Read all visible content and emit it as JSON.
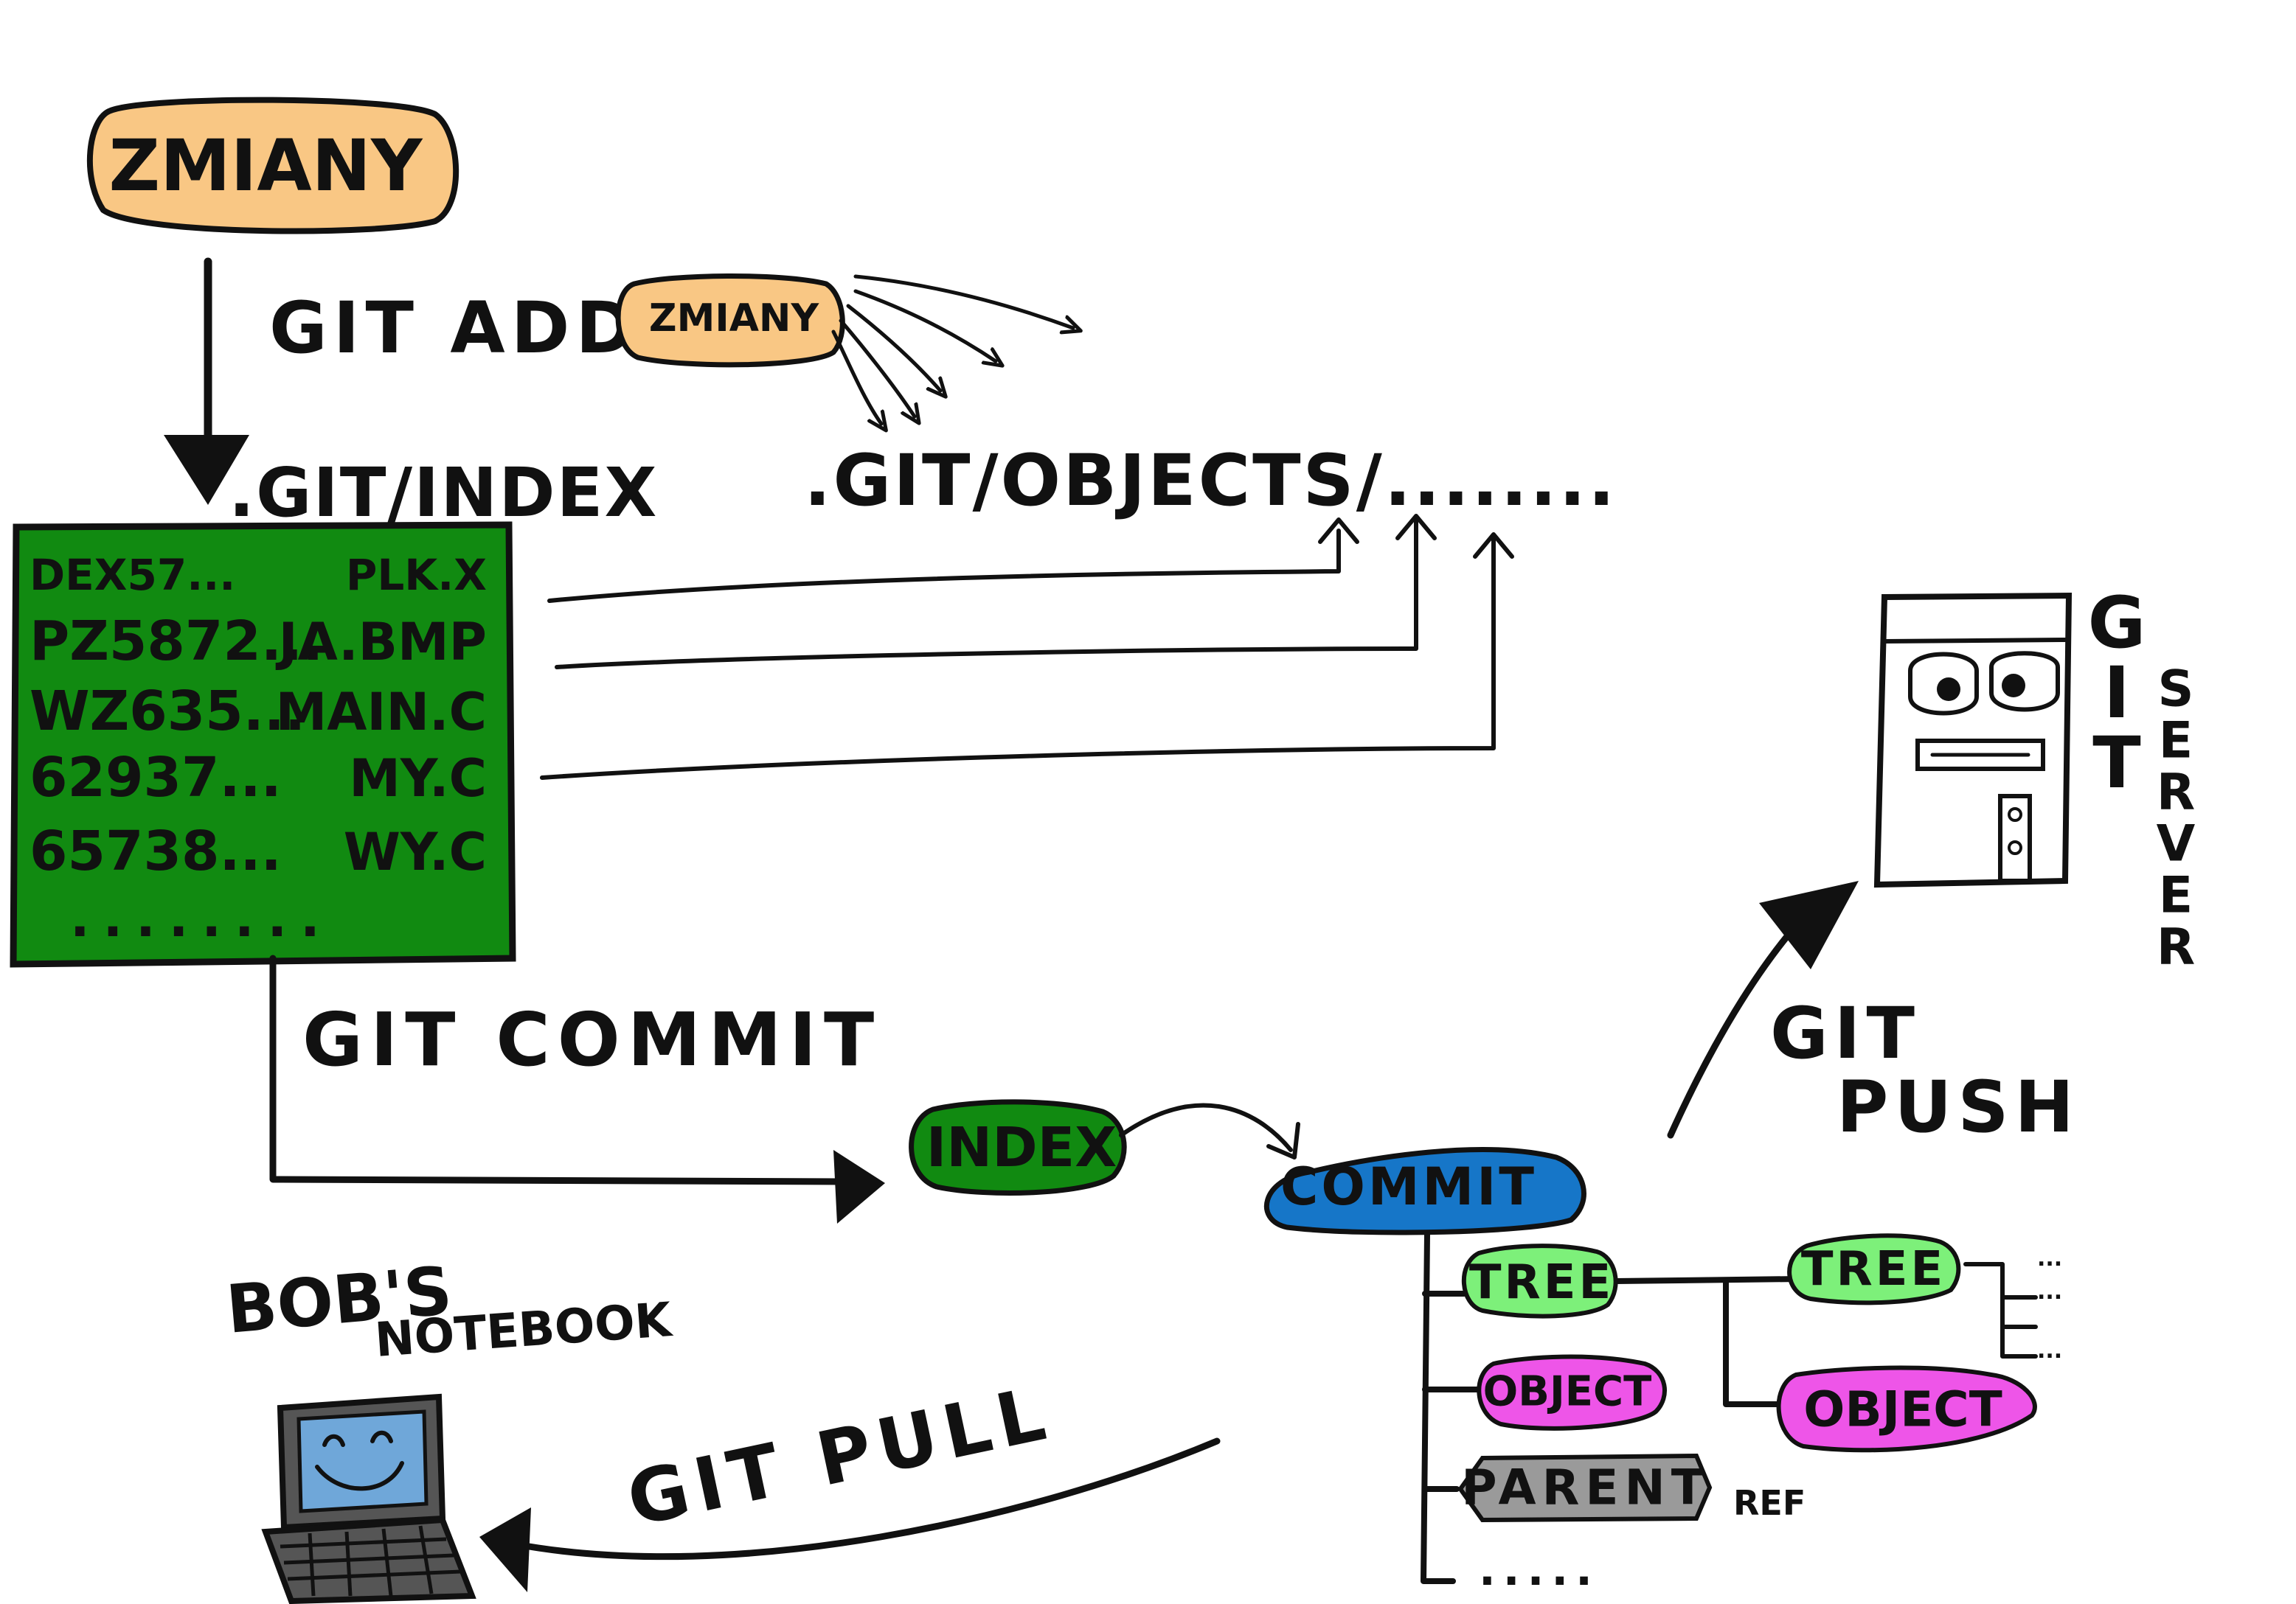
{
  "colors": {
    "ink": "#111111",
    "orange": "#f9c784",
    "green_index": "#118a11",
    "blue_commit": "#1676c8",
    "light_green": "#7df07a",
    "magenta": "#ee55e8",
    "gray": "#9a9a9a",
    "screen": "#6fa7d9"
  },
  "changes_label": "ZMIANY",
  "git_add": {
    "command": "GIT ADD",
    "bubble": "ZMIANY"
  },
  "index_path": ".GIT/INDEX",
  "objects_path": ".GIT/OBJECTS/........",
  "index_table": {
    "rows": [
      {
        "hash": "DEX57...",
        "file": "PLK.X"
      },
      {
        "hash": "PZ5872...",
        "file": "JA.BMP"
      },
      {
        "hash": "WZ635...",
        "file": "MAIN.C"
      },
      {
        "hash": "62937...",
        "file": "MY.C"
      },
      {
        "hash": "65738...",
        "file": "WY.C"
      }
    ],
    "ellipsis": "........"
  },
  "git_commit": "GIT COMMIT",
  "index_node": "INDEX",
  "commit_node": "COMMIT",
  "tree_children": {
    "tree1": "TREE",
    "tree2": "TREE",
    "object1": "OBJECT",
    "object2": "OBJECT",
    "parent": "PARENT",
    "ref": "REF",
    "more": ".....",
    "subtree_dots": [
      "...",
      "...",
      "..."
    ]
  },
  "git_push": {
    "line1": "GIT",
    "line2": "PUSH"
  },
  "server": {
    "git_vertical": [
      "G",
      "I",
      "T"
    ],
    "server_vertical": [
      "S",
      "E",
      "R",
      "V",
      "E",
      "R"
    ]
  },
  "notebook": {
    "owner": "BOB'S",
    "name": "NOTEBOOK"
  },
  "git_pull": "GIT PULL"
}
